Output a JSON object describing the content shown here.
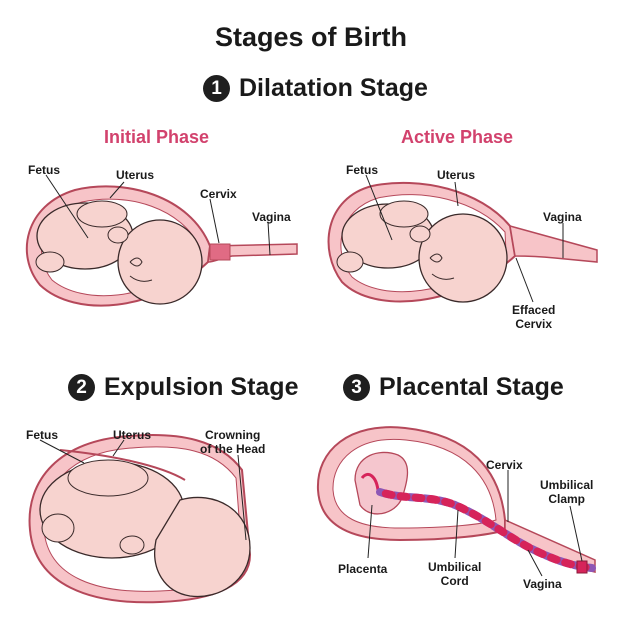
{
  "title": "Stages of Birth",
  "stages": [
    {
      "number": "1",
      "name": "Dilatation Stage"
    },
    {
      "number": "2",
      "name": "Expulsion Stage"
    },
    {
      "number": "3",
      "name": "Placental Stage"
    }
  ],
  "phases": {
    "initial": "Initial Phase",
    "active": "Active Phase"
  },
  "labels": {
    "initial": {
      "fetus": "Fetus",
      "uterus": "Uterus",
      "cervix": "Cervix",
      "vagina": "Vagina"
    },
    "active": {
      "fetus": "Fetus",
      "uterus": "Uterus",
      "vagina": "Vagina",
      "effaced_cervix": [
        "Effaced",
        "Cervix"
      ]
    },
    "expulsion": {
      "fetus": "Fetus",
      "uterus": "Uterus",
      "crowning": [
        "Crowning",
        "of the Head"
      ]
    },
    "placental": {
      "cervix": "Cervix",
      "umbilical_clamp": [
        "Umbilical",
        "Clamp"
      ],
      "placenta": "Placenta",
      "umbilical_cord": [
        "Umbilical",
        "Cord"
      ],
      "vagina": "Vagina"
    }
  },
  "colors": {
    "uterus_fill": "#f7c4c8",
    "uterus_stroke": "#b5485a",
    "skin": "#f7d3cf",
    "skin_stroke": "#3a2a2a",
    "placenta": "#f5c6ce",
    "cord_purple": "#8e57b5",
    "cord_red": "#d6245a",
    "accent": "#d2426d"
  }
}
